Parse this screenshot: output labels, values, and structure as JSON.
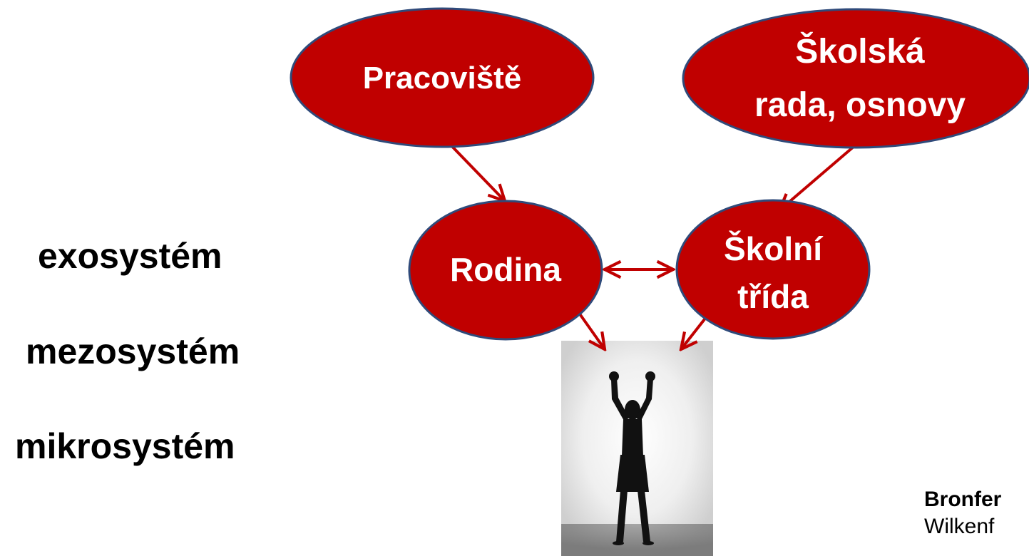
{
  "nodes": {
    "workplace": {
      "lines": [
        "Pracoviště"
      ]
    },
    "school_board": {
      "lines": [
        "Školská",
        "rada, osnovy"
      ]
    },
    "family": {
      "lines": [
        "Rodina"
      ]
    },
    "classroom": {
      "lines": [
        "Školní",
        "třída"
      ]
    }
  },
  "levels": {
    "exo": "exosystém",
    "mezo": "mezosystém",
    "mikro": "mikrosystém"
  },
  "citation": {
    "line1": "Bronfer",
    "line2": "Wilkenf"
  },
  "colors": {
    "node_fill": "#c00000",
    "node_stroke": "#2f4a7a",
    "arrow": "#c00000",
    "label_text": "#ffffff"
  }
}
